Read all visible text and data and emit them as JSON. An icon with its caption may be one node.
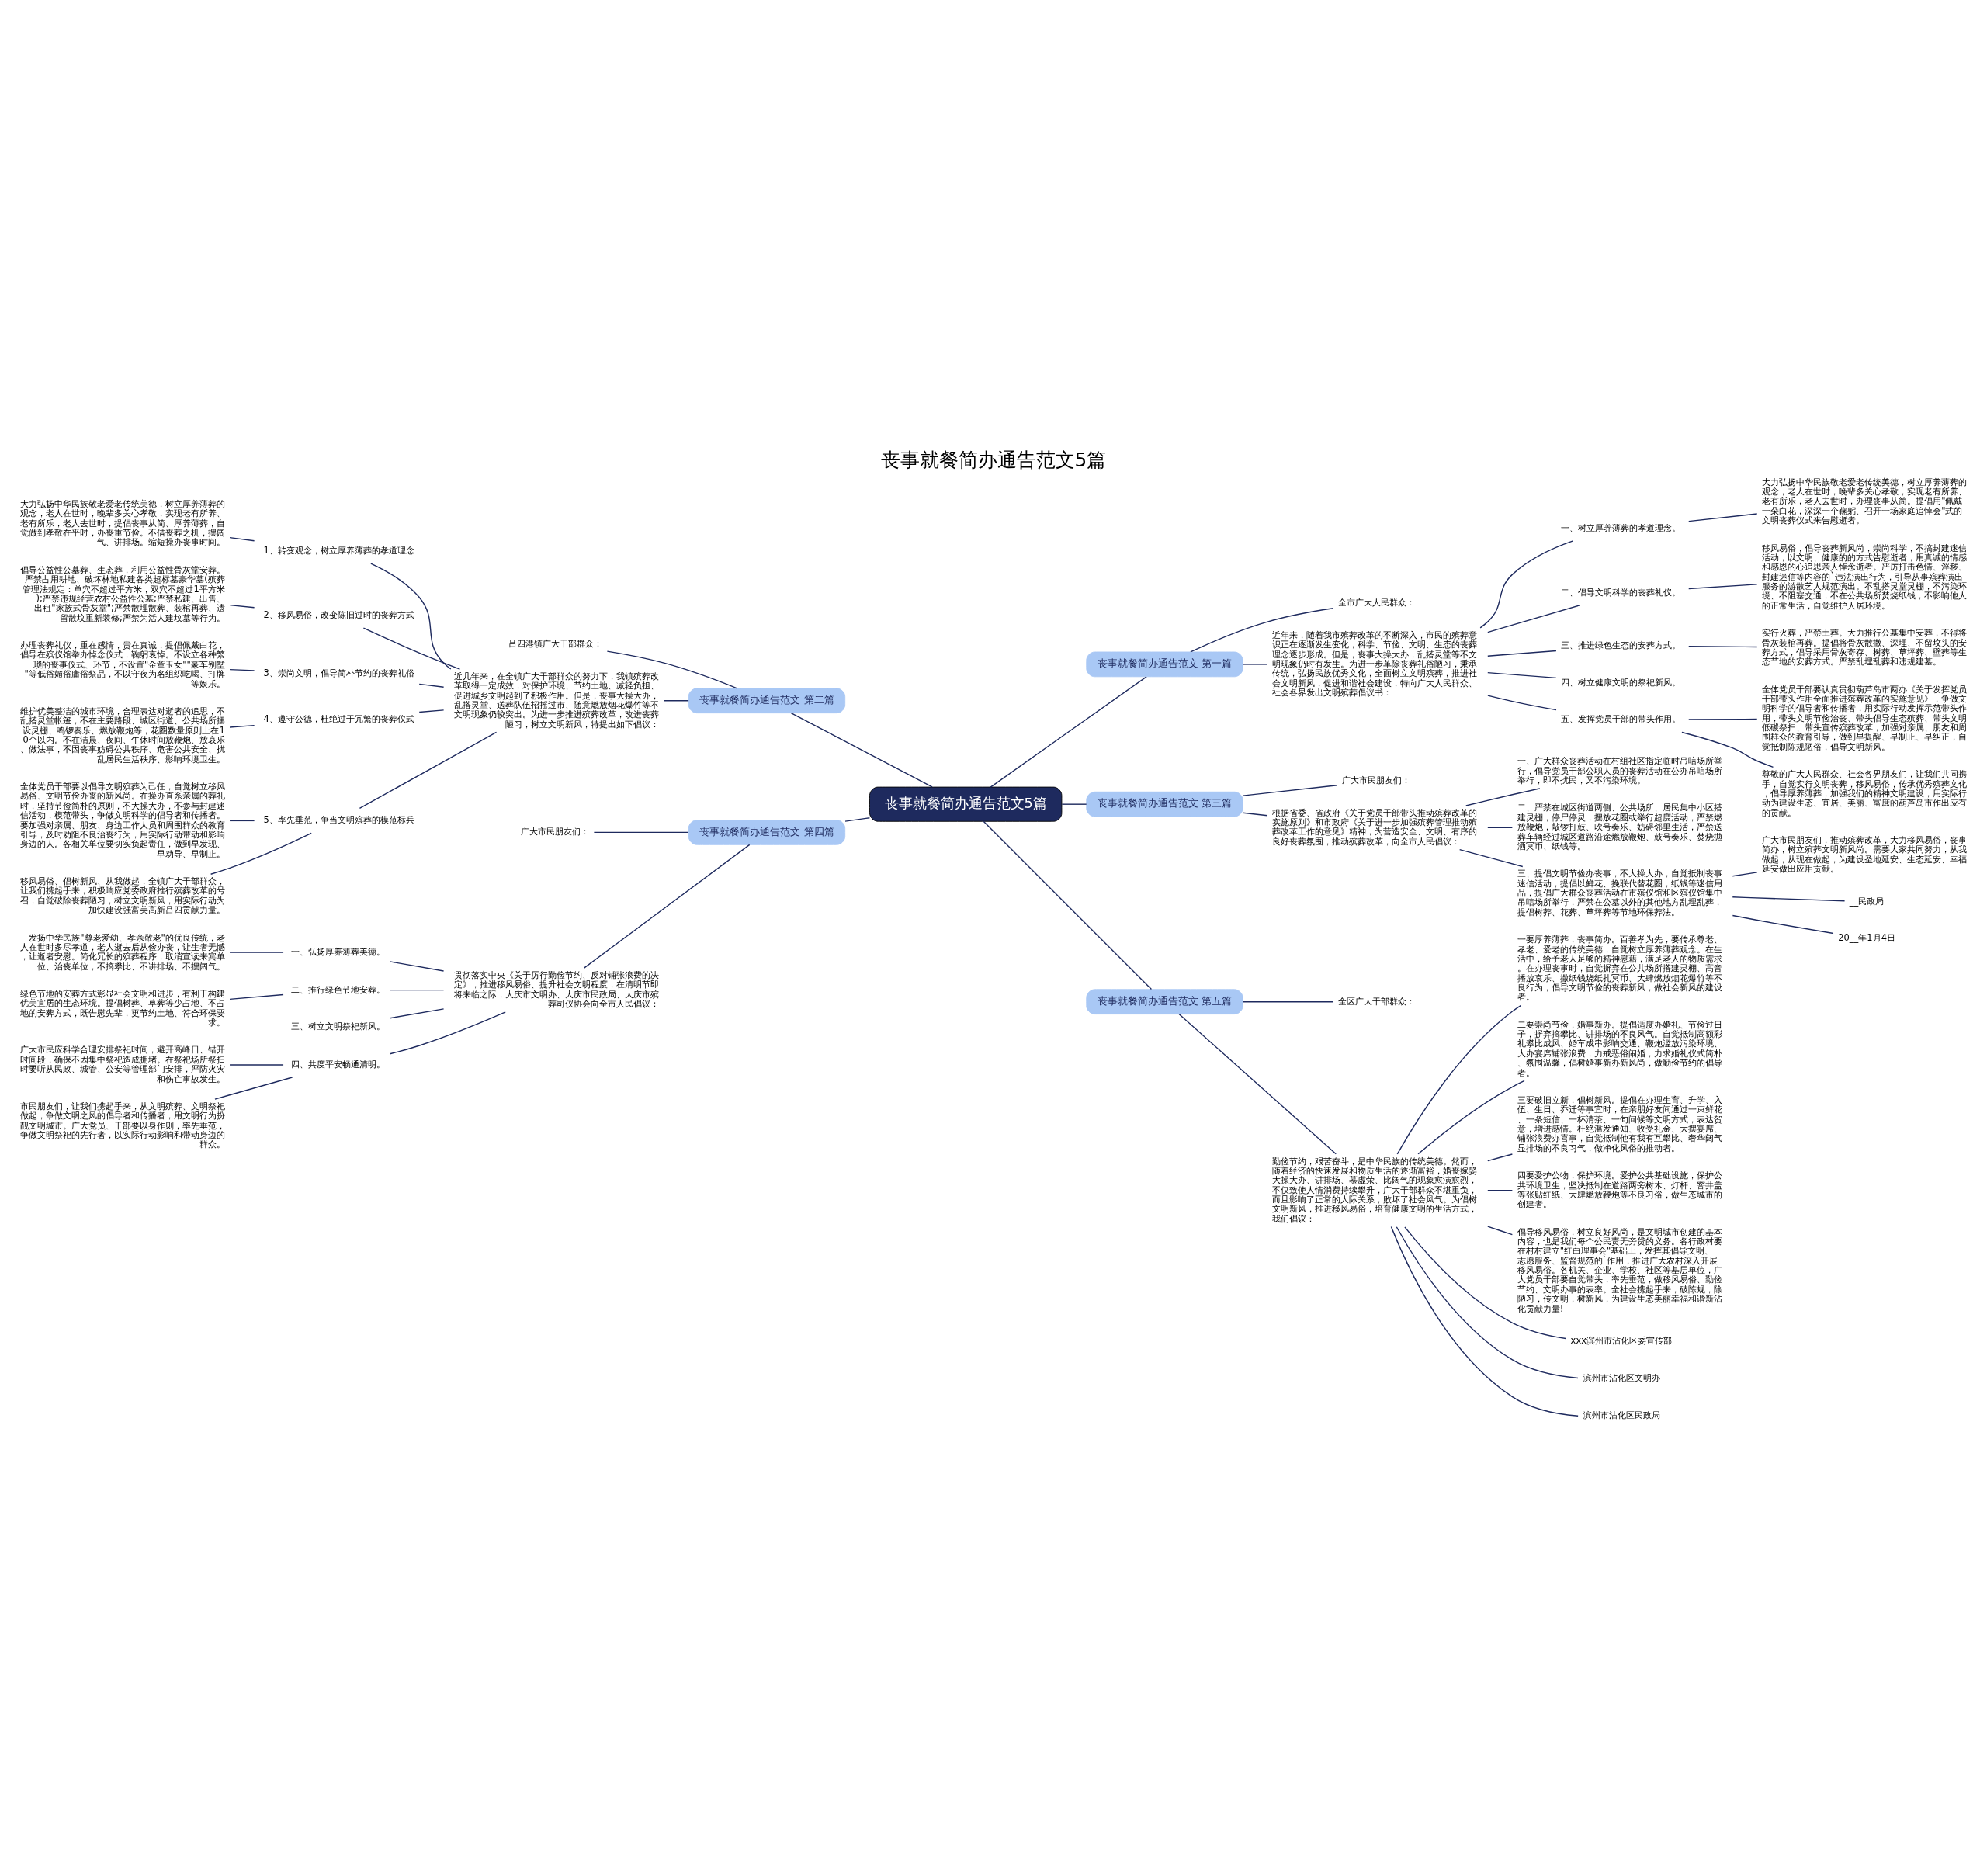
{
  "diagram": {
    "title": "丧事就餐简办通告范文5篇",
    "nodes": [
      {
        "text": [
          "丧事就餐简办通告范文5篇"
        ]
      },
      {
        "text": [
          "丧事就餐简办通告范文 第一篇"
        ]
      },
      {
        "text": [
          "全市广大人民群众："
        ]
      },
      {
        "text": [
          "近年来，随着我市殡葬改革的不断深入，市民的殡葬意识正在逐渐发生变化，科学、节俭、文明、生态的丧葬理念逐步形成。但是，丧事大操大办，乱搭灵堂等不文明现象仍时有发生。为进一步革除丧葬礼俗陋习，秉承传统，弘扬民族优秀文化，全面树立文明殡葬，推进社会文明新风，促进和谐社会建设，特向广大人民群众、社会各界发出文明殡葬倡议书："
        ]
      },
      {
        "text": [
          "一、树立厚养薄葬的孝道理念。"
        ]
      },
      {
        "text": [
          "大力弘扬中华民族敬老爱老传统美德，树立厚养薄葬的观念，老人在世时，晚辈多关心孝敬，实现老有所养、老有所乐，老人去世时，办理丧事从简。提倡用\"佩戴一朵白花，深深一个鞠躬、召开一场家庭追悼会\"式的文明丧葬仪式来告慰逝者。"
        ]
      },
      {
        "text": [
          "二、倡导文明科学的丧葬礼仪。"
        ]
      },
      {
        "text": [
          "移风易俗，倡导丧葬新风尚，崇尚科学，不搞封建迷信活动，以文明、健康的的方式告慰逝者，用真诚的情感和感恩的心追思亲人悼念逝者。严厉打击色情、淫秽、封建迷信等内容的`违法演出行为，引导从事殡葬演出服务的游散艺人规范演出。不乱搭灵堂灵棚，不污染环境、不阻塞交通，不在公共场所焚烧纸钱，不影响他人的正常生活，自觉维护人居环境。"
        ]
      },
      {
        "text": [
          "三、推进绿色生态的安葬方式。"
        ]
      },
      {
        "text": [
          "实行火葬，严禁土葬。大力推行公墓集中安葬，不得将骨灰装棺再葬。提倡将骨灰散撒、深埋、不留坟头的安葬方式，倡导采用骨灰寄存、树葬、草坪葬、壁葬等生态节地的安葬方式。严禁乱埋乱葬和违规建墓。"
        ]
      },
      {
        "text": [
          "四、树立健康文明的祭祀新风。"
        ]
      },
      {
        "text": [
          "五、发挥党员干部的带头作用。"
        ]
      },
      {
        "text": [
          "全体党员干部要认真贯彻葫芦岛市两办《关于发挥党员干部带头作用全面推进殡葬改革的实施意见》，争做文明科学的倡导者和传播者，用实际行动发挥示范带头作用，带头文明节俭治丧、带头倡导生态殡葬、带头文明低碳祭扫、带头宣传殡葬改革，加强对亲属、朋友和周围群众的教育引导，做到早提醒、早制止、早纠正，自觉抵制陈规陋俗，倡导文明新风。"
        ]
      },
      {
        "text": [
          "尊敬的广大人民群众、社会各界朋友们，让我们共同携手，自觉实行文明丧葬，移风易俗，传承优秀殡葬文化，倡导厚养薄葬，加强我们的精神文明建设，用实际行动为建设生态、宜居、美丽、富庶的葫芦岛市作出应有的贡献。"
        ]
      },
      {
        "text": [
          "丧事就餐简办通告范文 第二篇"
        ]
      },
      {
        "text": [
          "吕四港镇广大干部群众："
        ]
      },
      {
        "text": [
          "近几年来，在全镇广大干部群众的努力下，我镇殡葬改革取得一定成效，对保护环境、节约土地、减轻负担、促进城乡文明起到了积极作用。但是，丧事大操大办，乱搭灵堂、送葬队伍招摇过市、随意燃放烟花爆竹等不文明现象仍较突出。为进一步推进殡葬改革，改进丧葬陋习，树立文明新风，特提出如下倡议："
        ]
      },
      {
        "text": [
          "1、转变观念，树立厚养薄葬的孝道理念"
        ]
      },
      {
        "text": [
          "大力弘扬中华民族敬老爱老传统美德，树立厚养薄葬的观念，老人在世时，晚辈多关心孝敬，实现老有所养、老有所乐，老人去世时，提倡丧事从简、厚养薄葬，自觉做到孝敬在平时，办丧重节俭。不借丧葬之机，摆阔气、讲排场。缩短操办丧事时间。"
        ]
      },
      {
        "text": [
          "2、移风易俗，改变陈旧过时的丧葬方式"
        ]
      },
      {
        "text": [
          "倡导公益性公墓葬、生态葬，利用公益性骨灰堂安葬。严禁占用耕地、破坏林地私建各类超标墓豪华墓(殡葬管理法规定：单穴不超过平方米，双穴不超过1平方米);严禁违规经营农村公益性公墓;严禁私建、出售、出租\"家族式骨灰堂\";严禁散埋散葬、装棺再葬、遗留散坟重新装修;严禁为活人建坟墓等行为。"
        ]
      },
      {
        "text": [
          "3、崇尚文明，倡导简朴节约的丧葬礼俗"
        ]
      },
      {
        "text": [
          "办理丧葬礼仪，重在感情，贵在真诚，提倡佩戴白花，倡导在殡仪馆举办悼念仪式，鞠躬哀悼。不设立各种繁琐的丧事仪式、环节，不设置\"金童玉女\"\"豪车别墅\"等低俗媚俗庸俗祭品，不以守夜为名组织吃喝、打牌等娱乐。"
        ]
      },
      {
        "text": [
          "4、遵守公德，杜绝过于冗繁的丧葬仪式"
        ]
      },
      {
        "text": [
          "维护优美整洁的城市环境，合理表达对逝者的追思，不乱搭灵堂帐篷，不在主要路段、城区街道、公共场所摆设灵棚、鸣锣奏乐、燃放鞭炮等，花圈数量原则上在10个以内。不在清晨、夜间、午休时间放鞭炮、放哀乐、做法事，不因丧事妨碍公共秩序、危害公共安全、扰乱居民生活秩序、影响环境卫生。"
        ]
      },
      {
        "text": [
          "5、率先垂范，争当文明殡葬的模范标兵"
        ]
      },
      {
        "text": [
          "全体党员干部要以倡导文明殡葬为己任，自觉树立移风易俗、文明节俭办丧的新风尚。在操办直系亲属的葬礼时，坚持节俭简朴的原则，不大操大办，不参与封建迷信活动，模范带头，争做文明科学的倡导者和传播者。要加强对亲属、朋友、身边工作人员和周围群众的教育引导，及时劝阻不良治丧行为，用实际行动带动和影响身边的人。各相关单位要切实负起责任，做到早发现、早劝导、早制止。"
        ]
      },
      {
        "text": [
          "移风易俗、倡树新风、从我做起，全镇广大干部群众，让我们携起手来，积极响应党委政府推行殡葬改革的号召，自觉破除丧葬陋习，树立文明新风，用实际行动为加快建设强富美高新吕四贡献力量。"
        ]
      },
      {
        "text": [
          "丧事就餐简办通告范文 第三篇"
        ]
      },
      {
        "text": [
          "广大市民朋友们："
        ]
      },
      {
        "text": [
          "根据省委、省政府《关于党员干部带头推动殡葬改革的实施原则》和市政府《关于进一步加强殡葬管理推动殡葬改革工作的意见》精神，为营造安全、文明、有序的良好丧葬氛围，推动殡葬改革，向全市人民倡议："
        ]
      },
      {
        "text": [
          "一、广大群众丧葬活动在村组社区指定临时吊唁场所举行，倡导党员干部公职人员的丧葬活动在公办吊唁场所举行，即不扰民，又不污染环境。"
        ]
      },
      {
        "text": [
          "二、严禁在城区街道两侧、公共场所、居民集中小区搭建灵棚，停尸停灵，摆放花圈或举行超度活动，严禁燃放鞭炮，敲锣打鼓、吹号奏乐、妨碍邻里生活，严禁送葬车辆经过城区道路沿途燃放鞭炮、鼓号奏乐、焚烧抛洒冥币、纸钱等。"
        ]
      },
      {
        "text": [
          "三、提倡文明节俭办丧事，不大操大办，自觉抵制丧事迷信活动，提倡以鲜花、挽联代替花圈，纸钱等迷信用品，提倡广大群众丧葬活动在市殡仪馆和区殡仪馆集中吊唁场所举行，严禁在公墓以外的其他地方乱埋乱葬，提倡树葬、花葬、草坪葬等节地环保葬法。"
        ]
      },
      {
        "text": [
          "广大市民朋友们，推动殡葬改革，大力移风易俗，丧事简办，树立殡葬文明新风尚。需要大家共同努力，从我做起，从现在做起，为建设圣地延安、生态延安、幸福延安做出应用贡献。"
        ]
      },
      {
        "text": [
          "__民政局"
        ]
      },
      {
        "text": [
          "20__年1月4日"
        ]
      },
      {
        "text": [
          "丧事就餐简办通告范文 第四篇"
        ]
      },
      {
        "text": [
          "广大市民朋友们："
        ]
      },
      {
        "text": [
          "贯彻落实中央《关于厉行勤俭节约、反对铺张浪费的决定》，推进移风易俗、提升社会文明程度，在清明节即将来临之际，大庆市文明办、大庆市民政局、大庆市殡葬司仪协会向全市人民倡议："
        ]
      },
      {
        "text": [
          "一、弘扬厚养薄葬美德。"
        ]
      },
      {
        "text": [
          "发扬中华民族\"尊老爱幼、孝亲敬老\"的优良传统，老人在世时多尽孝道，老人逝去后从俭办丧，让生者无憾，让逝者安慰。简化冗长的殡葬程序，取消宣读来宾单位、治丧单位，不搞攀比、不讲排场、不摆阔气。"
        ]
      },
      {
        "text": [
          "二、推行绿色节地安葬。"
        ]
      },
      {
        "text": [
          "绿色节地的安葬方式彰显社会文明和进步，有利于构建优美宜居的生态环境。提倡树葬、草葬等少占地、不占地的安葬方式，既告慰先辈，更节约土地、符合环保要求。"
        ]
      },
      {
        "text": [
          "三、树立文明祭祀新风。"
        ]
      },
      {
        "text": [
          "四、共度平安畅通清明。"
        ]
      },
      {
        "text": [
          "广大市民应科学合理安排祭祀时间，避开高峰日、错开时间段，确保不因集中祭祀造成拥堵。在祭祀场所祭扫时要听从民政、城管、公安等管理部门安排，严防火灾和伤亡事故发生。"
        ]
      },
      {
        "text": [
          "市民朋友们，让我们携起手来，从文明殡葬、文明祭祀做起，争做文明之风的倡导者和传播者，用文明行为扮靓文明城市。广大党员、干部要以身作则，率先垂范，争做文明祭祀的先行者，以实际行动影响和带动身边的群众。"
        ]
      },
      {
        "text": [
          "丧事就餐简办通告范文 第五篇"
        ]
      },
      {
        "text": [
          "全区广大干部群众："
        ]
      },
      {
        "text": [
          "勤俭节约，艰苦奋斗，是中华民族的传统美德。然而，随着经济的快速发展和物质生活的逐渐富裕，婚丧嫁娶大操大办、讲排场、慕虚荣、比阔气的现象愈演愈烈，不仅致使人情消费持续攀升，广大干部群众不堪重负，而且影响了正常的人际关系，败坏了社会风气。为倡树文明新风，推进移风易俗，培育健康文明的生活方式，我们倡议："
        ]
      },
      {
        "text": [
          "一要厚养薄葬，丧事简办。百善孝为先，要传承尊老、孝老、爱老的传统美德，自觉树立厚养薄葬观念。在生活中，给予老人足够的精神慰藉，满足老人的物质需求。在办理丧事时，自觉摒弃在公共场所搭建灵棚、高音播放哀乐、撒纸钱烧纸扎冥币、大肆燃放烟花爆竹等不良行为，倡导文明节俭的丧葬新风，做社会新风的建设者。"
        ]
      },
      {
        "text": [
          "二要崇尚节俭，婚事新办。提倡适度办婚礼、节俭过日子，摒弃搞攀比、讲排场的不良风气。自觉抵制高额彩礼攀比成风、婚车成串影响交通、鞭炮滥放污染环境、大办宴席铺张浪费，力戒恶俗闹婚，力求婚礼仪式简朴、氛围温馨，倡树婚事新办新风尚，做勤俭节约的倡导者。"
        ]
      },
      {
        "text": [
          "三要破旧立新，倡树新风。提倡在办理生育、升学、入伍、生日、乔迁等事宜时，在亲朋好友间通过一束鲜花、一条短信、一杯清茶、一句问候等文明方式，表达贺意，增进感情。杜绝滥发通知、收受礼金、大摆宴席、铺张浪费办喜事，自觉抵制他有我有互攀比、奢华阔气显排场的不良习气，做净化风俗的推动者。"
        ]
      },
      {
        "text": [
          "四要爱护公物，保护环境。爱护公共基础设施，保护公共环境卫生，坚决抵制在道路两旁树木、灯杆、窨井盖等张贴红纸、大肆燃放鞭炮等不良习俗，做生态城市的创建者。"
        ]
      },
      {
        "text": [
          "倡导移风易俗，树立良好风尚，是文明城市创建的基本内容，也是我们每个公民责无旁贷的义务。各行政村要在村村建立\"红白理事会\"基础上，发挥其倡导文明、志愿服务、监督规范的`作用，推进广大农村深入开展移风易俗。各机关、企业、学校、社区等基层单位，广大党员干部要自觉带头，率先垂范，做移风易俗、勤俭节约、文明办事的表率。全社会携起手来，破陈规，除陋习，传文明，树新风，为建设生态美丽幸福和谐新沾化贡献力量!"
        ]
      },
      {
        "text": [
          "xxx滨州市沾化区委宣传部"
        ]
      },
      {
        "text": [
          "滨州市沾化区文明办"
        ]
      },
      {
        "text": [
          "滨州市沾化区民政局"
        ]
      }
    ],
    "edges": [
      {
        "from": 0,
        "to": 1,
        "arrow": "none"
      },
      {
        "from": 1,
        "to": 2,
        "arrow": "none"
      },
      {
        "from": 1,
        "to": 3,
        "arrow": "none"
      },
      {
        "from": 3,
        "to": 4,
        "arrow": "none"
      },
      {
        "from": 4,
        "to": 5,
        "arrow": "none"
      },
      {
        "from": 3,
        "to": 6,
        "arrow": "none"
      },
      {
        "from": 6,
        "to": 7,
        "arrow": "none"
      },
      {
        "from": 3,
        "to": 8,
        "arrow": "none"
      },
      {
        "from": 8,
        "to": 9,
        "arrow": "none"
      },
      {
        "from": 3,
        "to": 10,
        "arrow": "none"
      },
      {
        "from": 3,
        "to": 11,
        "arrow": "none"
      },
      {
        "from": 11,
        "to": 12,
        "arrow": "none"
      },
      {
        "from": 11,
        "to": 13,
        "arrow": "none"
      },
      {
        "from": 0,
        "to": 14,
        "arrow": "none"
      },
      {
        "from": 14,
        "to": 15,
        "arrow": "none"
      },
      {
        "from": 14,
        "to": 16,
        "arrow": "none"
      },
      {
        "from": 16,
        "to": 17,
        "arrow": "none"
      },
      {
        "from": 17,
        "to": 18,
        "arrow": "none"
      },
      {
        "from": 16,
        "to": 19,
        "arrow": "none"
      },
      {
        "from": 19,
        "to": 20,
        "arrow": "none"
      },
      {
        "from": 16,
        "to": 21,
        "arrow": "none"
      },
      {
        "from": 21,
        "to": 22,
        "arrow": "none"
      },
      {
        "from": 16,
        "to": 23,
        "arrow": "none"
      },
      {
        "from": 23,
        "to": 24,
        "arrow": "none"
      },
      {
        "from": 16,
        "to": 25,
        "arrow": "none"
      },
      {
        "from": 25,
        "to": 26,
        "arrow": "none"
      },
      {
        "from": 25,
        "to": 27,
        "arrow": "none"
      },
      {
        "from": 0,
        "to": 28,
        "arrow": "none"
      },
      {
        "from": 28,
        "to": 29,
        "arrow": "none"
      },
      {
        "from": 28,
        "to": 30,
        "arrow": "none"
      },
      {
        "from": 30,
        "to": 31,
        "arrow": "none"
      },
      {
        "from": 30,
        "to": 32,
        "arrow": "none"
      },
      {
        "from": 30,
        "to": 33,
        "arrow": "none"
      },
      {
        "from": 33,
        "to": 34,
        "arrow": "none"
      },
      {
        "from": 33,
        "to": 35,
        "arrow": "none"
      },
      {
        "from": 33,
        "to": 36,
        "arrow": "none"
      },
      {
        "from": 0,
        "to": 37,
        "arrow": "none"
      },
      {
        "from": 37,
        "to": 38,
        "arrow": "none"
      },
      {
        "from": 37,
        "to": 39,
        "arrow": "none"
      },
      {
        "from": 39,
        "to": 40,
        "arrow": "none"
      },
      {
        "from": 40,
        "to": 41,
        "arrow": "none"
      },
      {
        "from": 39,
        "to": 42,
        "arrow": "none"
      },
      {
        "from": 42,
        "to": 43,
        "arrow": "none"
      },
      {
        "from": 39,
        "to": 44,
        "arrow": "none"
      },
      {
        "from": 39,
        "to": 45,
        "arrow": "none"
      },
      {
        "from": 45,
        "to": 46,
        "arrow": "none"
      },
      {
        "from": 45,
        "to": 47,
        "arrow": "none"
      },
      {
        "from": 0,
        "to": 48,
        "arrow": "none"
      },
      {
        "from": 48,
        "to": 49,
        "arrow": "none"
      },
      {
        "from": 48,
        "to": 50,
        "arrow": "none"
      },
      {
        "from": 50,
        "to": 51,
        "arrow": "none"
      },
      {
        "from": 50,
        "to": 52,
        "arrow": "none"
      },
      {
        "from": 50,
        "to": 53,
        "arrow": "none"
      },
      {
        "from": 50,
        "to": 54,
        "arrow": "none"
      },
      {
        "from": 50,
        "to": 55,
        "arrow": "none"
      },
      {
        "from": 50,
        "to": 56,
        "arrow": "none"
      },
      {
        "from": 50,
        "to": 57,
        "arrow": "none"
      },
      {
        "from": 50,
        "to": 58,
        "arrow": "none"
      }
    ]
  }
}
